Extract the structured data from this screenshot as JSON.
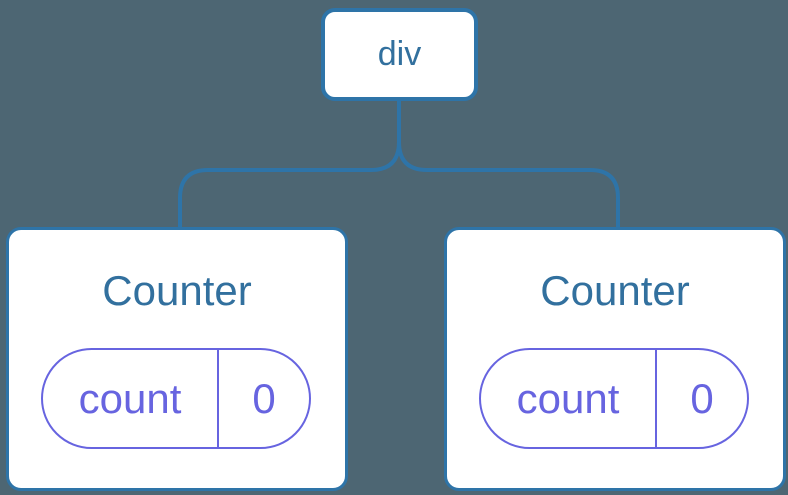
{
  "diagram": {
    "type": "component-tree",
    "colors": {
      "background": "#4d6673",
      "line": "#2e74a8",
      "node_text": "#32709e",
      "state": "#6764e0",
      "node_fill": "#ffffff"
    },
    "root": {
      "label": "div"
    },
    "children": [
      {
        "title": "Counter",
        "state": {
          "key": "count",
          "value": "0"
        }
      },
      {
        "title": "Counter",
        "state": {
          "key": "count",
          "value": "0"
        }
      }
    ]
  }
}
